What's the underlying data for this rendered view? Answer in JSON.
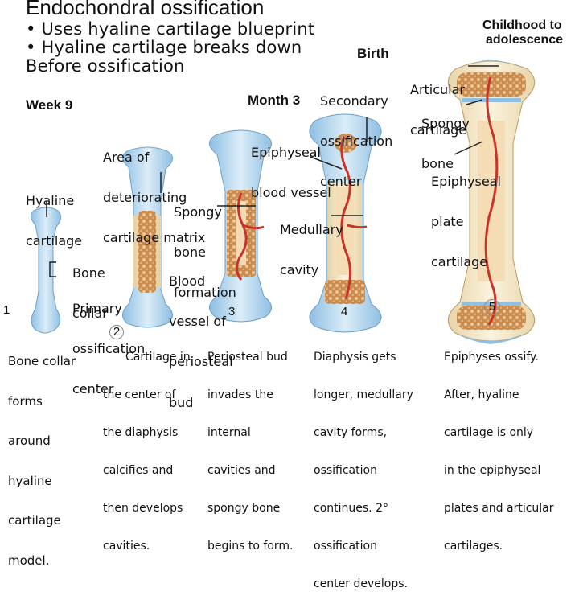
{
  "title": "Endochondral ossification",
  "bullets": [
    "• Uses hyaline cartilage blueprint",
    "• Hyaline cartilage breaks down",
    "Before ossification"
  ],
  "stage_headers": {
    "week9": "Week 9",
    "month3": "Month 3",
    "birth": "Birth",
    "childhood": [
      "Childhood to",
      "adolescence"
    ]
  },
  "labels": {
    "hyaline_cartilage": [
      "Hyaline",
      "cartilage"
    ],
    "deteriorating_matrix": [
      "Area of",
      "deteriorating",
      "cartilage matrix"
    ],
    "spongy_formation": [
      "Spongy",
      "bone",
      "formation"
    ],
    "bone_collar": [
      "Bone",
      "collar"
    ],
    "primary_center": [
      "Primary",
      "ossification",
      "center"
    ],
    "blood_vessel_periosteal": [
      "Blood",
      "vessel of",
      "periosteal",
      "bud"
    ],
    "epiphyseal_vessel": [
      "Epiphyseal",
      "blood vessel"
    ],
    "medullary_cavity": [
      "Medullary",
      "cavity"
    ],
    "secondary_center": [
      "Secondary",
      "ossification",
      "center"
    ],
    "articular_cartilage": [
      "Articular",
      "cartilage"
    ],
    "spongy_bone": [
      "Spongy",
      "bone"
    ],
    "epiphyseal_plate": [
      "Epiphyseal",
      "plate",
      "cartilage"
    ]
  },
  "stage_numbers": [
    "1",
    "2",
    "3",
    "4",
    "5"
  ],
  "captions": {
    "c1": [
      "Bone collar",
      "forms",
      "around",
      "hyaline",
      "cartilage",
      "model."
    ],
    "c2": [
      "Cartilage in",
      "the center of",
      "the diaphysis",
      "calcifies and",
      "then develops",
      "cavities."
    ],
    "c3": [
      "Periosteal bud",
      "invades the",
      "internal",
      "cavities and",
      "spongy bone",
      "begins to form."
    ],
    "c4": [
      "Diaphysis gets",
      "longer, medullary",
      "cavity forms,",
      "ossification",
      "continues. 2°",
      "ossification",
      "center develops."
    ],
    "c5": [
      "Epiphyses ossify.",
      "After, hyaline",
      "cartilage is only",
      "in the epiphyseal",
      "plates and articular",
      "cartilages."
    ]
  },
  "colors": {
    "cartilage": "#bcd9ef",
    "bone": "#f3e3c3",
    "spongy": "#d8a060",
    "vessel": "#c8342a"
  }
}
